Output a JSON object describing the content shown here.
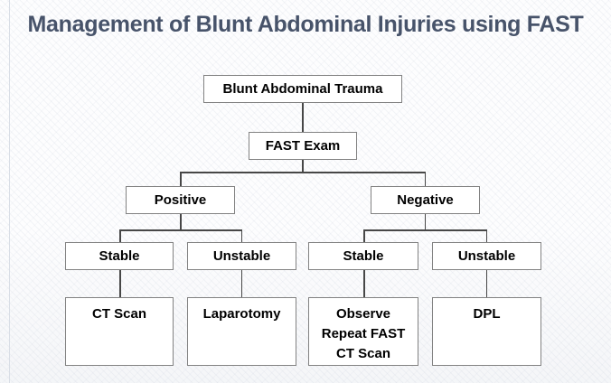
{
  "slide": {
    "title": "Management of Blunt Abdominal Injuries using FAST"
  },
  "flowchart": {
    "nodes": {
      "root": {
        "label": "Blunt Abdominal Trauma"
      },
      "fast_exam": {
        "label": "FAST Exam"
      },
      "positive": {
        "label": "Positive"
      },
      "negative": {
        "label": "Negative"
      },
      "positive_stable": {
        "label": "Stable"
      },
      "positive_unstable": {
        "label": "Unstable"
      },
      "negative_stable": {
        "label": "Stable"
      },
      "negative_unstable": {
        "label": "Unstable"
      },
      "ct_scan": {
        "label": "CT Scan"
      },
      "laparotomy": {
        "label": "Laparotomy"
      },
      "observe": {
        "lines": [
          "Observe",
          "Repeat FAST",
          "CT Scan"
        ]
      },
      "dpl": {
        "label": "DPL"
      }
    },
    "edges": [
      {
        "from": "root",
        "to": "fast_exam"
      },
      {
        "from": "fast_exam",
        "to": "positive"
      },
      {
        "from": "fast_exam",
        "to": "negative"
      },
      {
        "from": "positive",
        "to": "positive_stable"
      },
      {
        "from": "positive",
        "to": "positive_unstable"
      },
      {
        "from": "negative",
        "to": "negative_stable"
      },
      {
        "from": "negative",
        "to": "negative_unstable"
      },
      {
        "from": "positive_stable",
        "to": "ct_scan"
      },
      {
        "from": "positive_unstable",
        "to": "laparotomy"
      },
      {
        "from": "negative_stable",
        "to": "observe"
      },
      {
        "from": "negative_unstable",
        "to": "dpl"
      }
    ],
    "colors": {
      "title_text": "#47536A",
      "node_text": "#000000",
      "node_fill": "#FFFFFF",
      "node_border": "#828282",
      "connector": "#474747",
      "background": "#FDFDFE"
    }
  }
}
